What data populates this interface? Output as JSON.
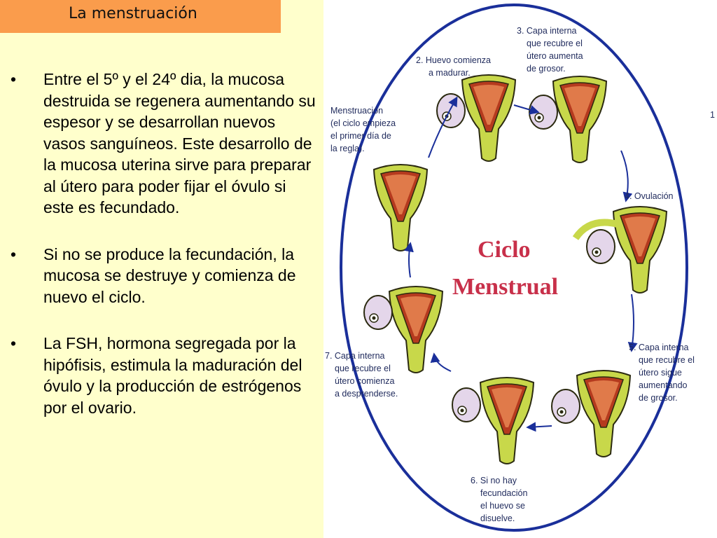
{
  "slide": {
    "title": "La menstruación",
    "bullets": [
      "Entre el 5º y el 24º dia, la mucosa destruida se regenera aumentando su espesor y se desarrollan nuevos vasos sanguíneos. Este desarrollo de la mucosa uterina sirve para preparar al útero para poder fijar el óvulo si este es fecundado.",
      "Si no se produce la fecundación, la mucosa se destruye y comienza de nuevo el ciclo.",
      "La FSH, hormona segregada por la hipófisis, estimula la maduración del óvulo y la producción de estrógenos por el ovario."
    ],
    "bullet_symbol": "•"
  },
  "diagram": {
    "center_line1": "Ciclo",
    "center_line2": "Menstrual",
    "stage1": [
      "Menstruación",
      "(el ciclo empieza",
      "el primer día de",
      "la regla)."
    ],
    "stage2": [
      "2. Huevo comienza",
      "a madurar."
    ],
    "stage3": [
      "3. Capa interna",
      "que recubre el",
      "útero aumenta",
      "de grosor."
    ],
    "stage4": [
      "4. Ovulación"
    ],
    "stage5": [
      "5. Capa interna",
      "que recubre el",
      "útero sigue",
      "aumentando",
      "de grosor."
    ],
    "stage6": [
      "6. Si no hay",
      "fecundación",
      "el huevo se",
      "disuelve."
    ],
    "stage7": [
      "7. Capa interna",
      "que recubre el",
      "útero comienza",
      "a desprenderse."
    ],
    "edge_mark": "1",
    "colors": {
      "circle": "#1a2f9a",
      "uterus_fill": "#c8d84a",
      "uterus_stroke": "#2b2a10",
      "lining": "#b53a1e",
      "ovary": "#e4d6ea"
    }
  }
}
